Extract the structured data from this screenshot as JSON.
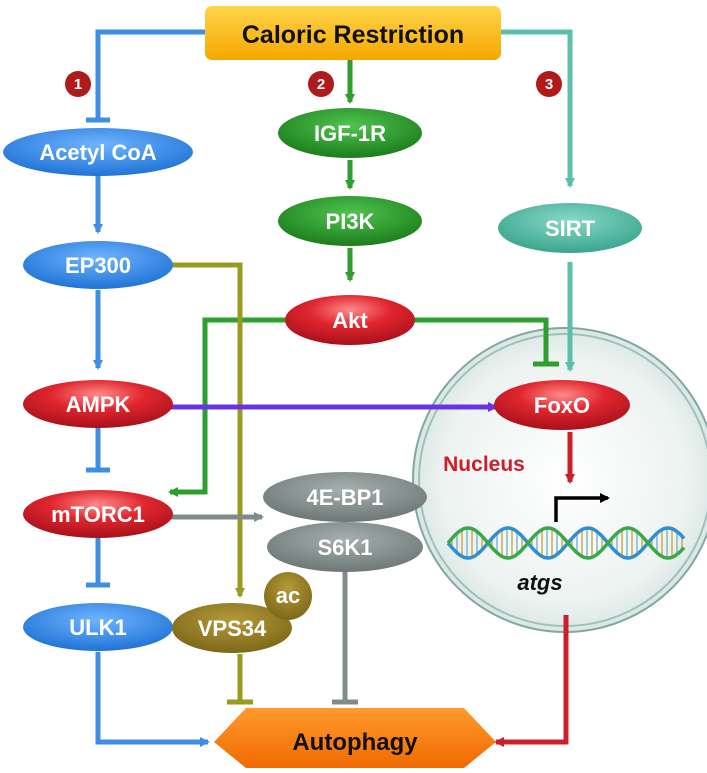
{
  "nodes": {
    "caloric_restriction": "Caloric Restriction",
    "acetyl_coa": "Acetyl CoA",
    "ep300": "EP300",
    "ampk": "AMPK",
    "mtorc1": "mTORC1",
    "ulk1": "ULK1",
    "igf1r": "IGF-1R",
    "pi3k": "PI3K",
    "akt": "Akt",
    "sirt": "SIRT",
    "foxo": "FoxO",
    "fourebp1": "4E-BP1",
    "s6k1": "S6K1",
    "vps34": "VPS34",
    "ac": "ac",
    "autophagy": "Autophagy"
  },
  "labels": {
    "nucleus": "Nucleus",
    "atgs": "atgs"
  },
  "pathway_numbers": [
    "1",
    "2",
    "3"
  ],
  "colors": {
    "blue": "#3d8fe6",
    "green": "#2e9e2e",
    "teal": "#5bbfab",
    "red": "#cc1f2a",
    "purple": "#6a35e0",
    "olive": "#9a9a20",
    "gray": "#7f8c8a",
    "orange": "#f57a14",
    "gold": "#ffc000"
  }
}
